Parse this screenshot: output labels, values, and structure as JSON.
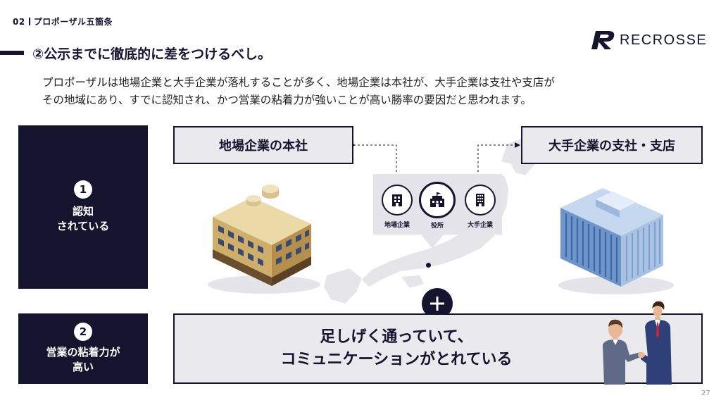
{
  "header": {
    "section_number": "02",
    "section_title": "プロポーザル五箇条",
    "brand_name": "RECROSSE"
  },
  "title": "②公示までに徹底的に差をつけるべし。",
  "description": {
    "line1": "プロポーザルは地場企業と大手企業が落札することが多く、地場企業は本社が、大手企業は支社や支店が",
    "line2": "その地域にあり、すでに認知され、かつ営業の粘着力が強いことが高い勝率の要因だと思われます。"
  },
  "factors": [
    {
      "number": "1",
      "label": "認知\nされている"
    },
    {
      "number": "2",
      "label": "営業の粘着力が\n高い"
    }
  ],
  "labels": {
    "local_hq": "地場企業の本社",
    "major_branch": "大手企業の支社・支店"
  },
  "city_icons": [
    {
      "label": "地場企業",
      "icon": "building-icon"
    },
    {
      "label": "役所",
      "icon": "city-hall-icon"
    },
    {
      "label": "大手企業",
      "icon": "office-building-icon"
    }
  ],
  "message": {
    "line1": "足しげく通っていて、",
    "line2": "コミュニケーションがとれている"
  },
  "page_number": "27",
  "colors": {
    "navy": "#14142e",
    "label_bg": "#e9e9ee",
    "map_gray": "#e6e6ea"
  }
}
